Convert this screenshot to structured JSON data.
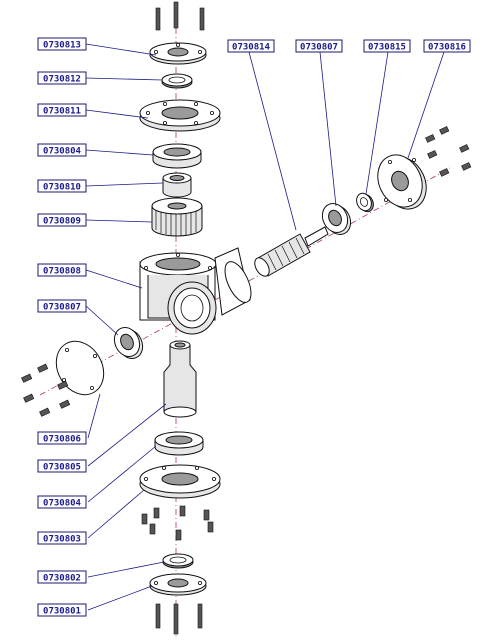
{
  "labels": {
    "p0730813": "0730813",
    "p0730812": "0730812",
    "p0730811": "0730811",
    "p0730804_top": "0730804",
    "p0730810": "0730810",
    "p0730809": "0730809",
    "p0730808": "0730808",
    "p0730807_left": "0730807",
    "p0730806": "0730806",
    "p0730805": "0730805",
    "p0730804_bottom": "0730804",
    "p0730803": "0730803",
    "p0730802": "0730802",
    "p0730801": "0730801",
    "p0730814": "0730814",
    "p0730807_right": "0730807",
    "p0730815": "0730815",
    "p0730816": "0730816"
  },
  "colors": {
    "label_text": "#1a1a8a",
    "centerline": "#b0307a"
  }
}
